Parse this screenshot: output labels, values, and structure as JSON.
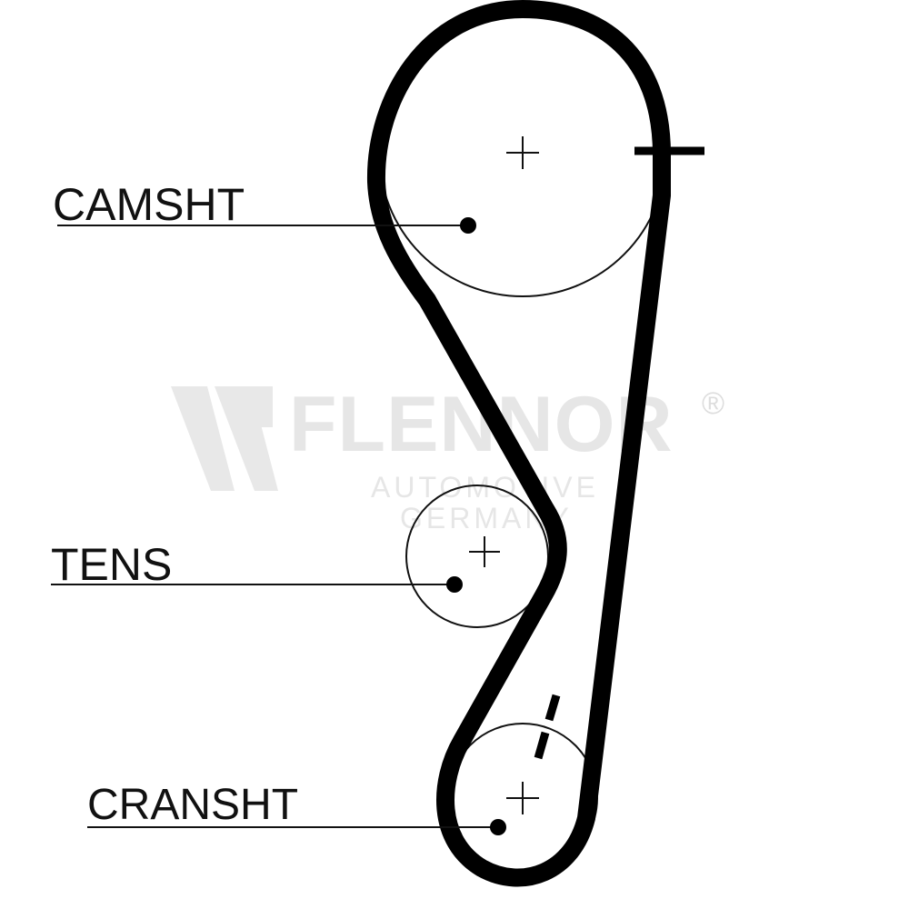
{
  "labels": {
    "camshaft": "CAMSHT",
    "tensioner": "TENS",
    "crankshaft": "CRANSHT"
  },
  "watermark": {
    "brand": "FLENNOR",
    "registered": "®",
    "line1": "AUTOMOTIVE",
    "line2": "GERMANY",
    "logo_icon": "flennor-w-logo-icon"
  },
  "colors": {
    "belt": "#000000",
    "lines": "#111111",
    "watermark": "#e6e6e6"
  }
}
